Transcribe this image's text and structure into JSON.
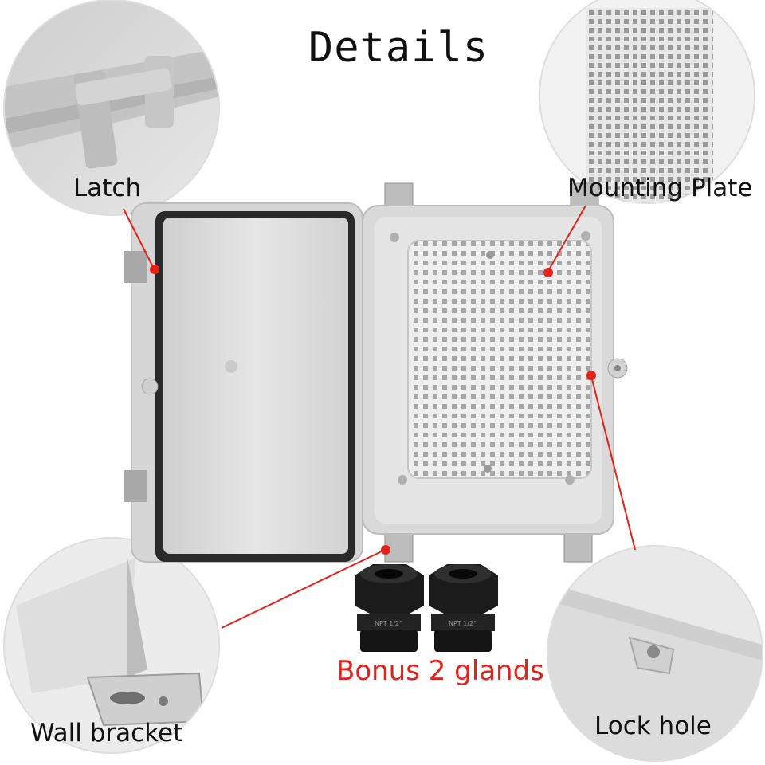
{
  "title": "Details",
  "labels": {
    "latch": "Latch",
    "mounting_plate": "Mounting Plate",
    "wall_bracket": "Wall bracket",
    "lock_hole": "Lock hole",
    "bonus": "Bonus 2 glands"
  },
  "gland_text": "NPT 1/2\"",
  "colors": {
    "enclosure_gray": "#d9d9d9",
    "highlight_red": "#e3221b",
    "gland_black": "#1b1b1b"
  }
}
